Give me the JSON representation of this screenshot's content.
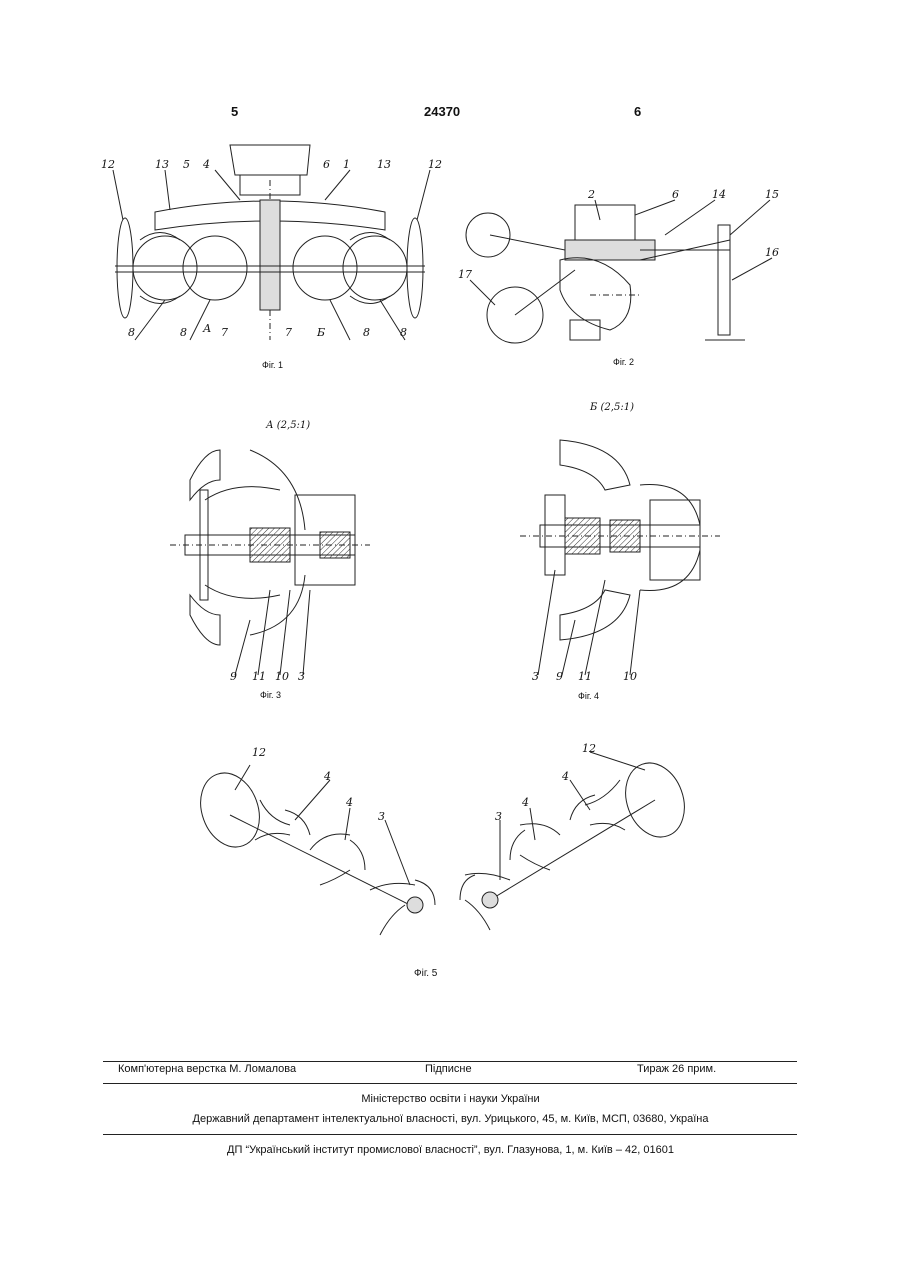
{
  "header": {
    "page_left": "5",
    "patent_number": "24370",
    "page_right": "6"
  },
  "figures": {
    "fig1": {
      "caption": "Фіг. 1",
      "labels": [
        "12",
        "13",
        "5",
        "4",
        "6",
        "1",
        "13",
        "12",
        "8",
        "8",
        "А",
        "7",
        "7",
        "Б",
        "8",
        "8"
      ]
    },
    "fig2": {
      "caption": "Фіг. 2",
      "labels": [
        "2",
        "6",
        "14",
        "15",
        "16",
        "17"
      ]
    },
    "fig3": {
      "caption": "Фіг. 3",
      "title": "А (2,5:1)",
      "labels": [
        "9",
        "11",
        "10",
        "3"
      ]
    },
    "fig4": {
      "caption": "Фіг. 4",
      "title": "Б (2,5:1)",
      "labels": [
        "3",
        "9",
        "11",
        "10"
      ]
    },
    "fig5": {
      "caption": "Фіг. 5",
      "labels": [
        "12",
        "4",
        "4",
        "3",
        "12",
        "4",
        "4",
        "3"
      ]
    }
  },
  "footer": {
    "layout": "Комп'ютерна верстка М. Ломалова",
    "signed": "Підписне",
    "circulation": "Тираж 26 прим.",
    "ministry": "Міністерство освіти і науки України",
    "department": "Державний департамент інтелектуальної власності, вул. Урицького, 45, м. Київ, МСП, 03680, Україна",
    "institute": "ДП “Український інститут промислової власності”, вул. Глазунова, 1, м. Київ – 42, 01601"
  }
}
